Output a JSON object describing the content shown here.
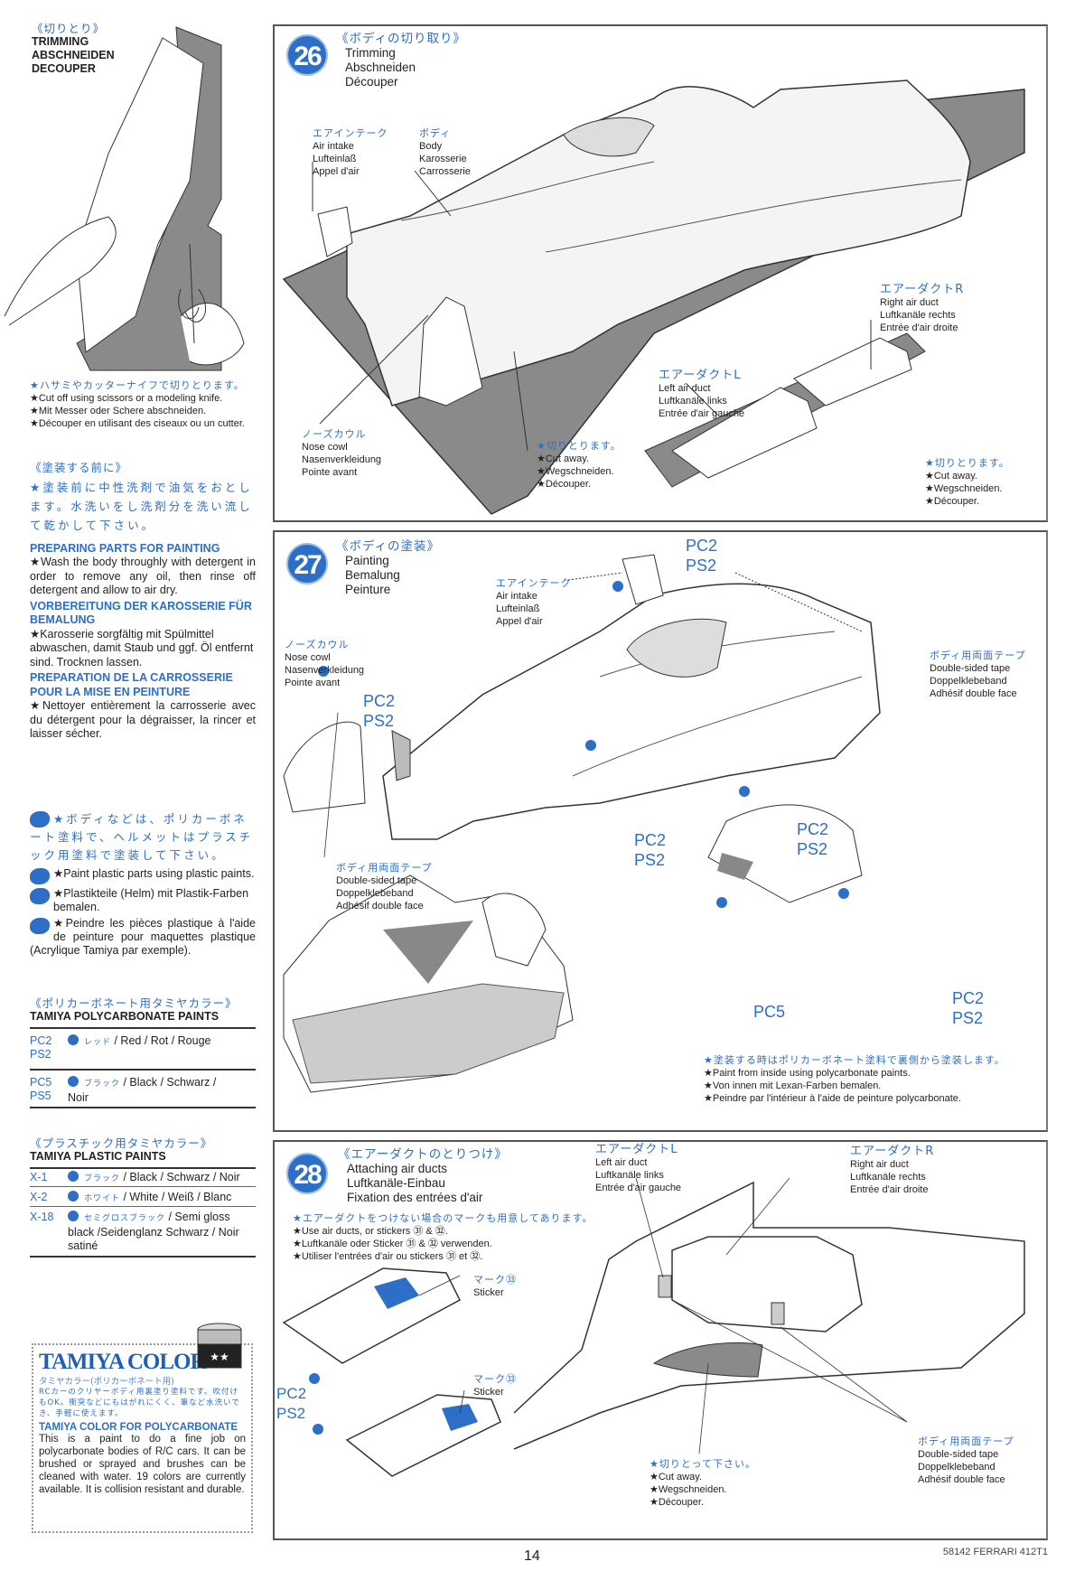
{
  "sidebar": {
    "trimming": {
      "jp_title": "《切りとり》",
      "titles": [
        "TRIMMING",
        "ABSCHNEIDEN",
        "DECOUPER"
      ],
      "notes": [
        "★ハサミやカッターナイフで切りとります。",
        "★Cut off using scissors or a modeling knife.",
        "★Mit Messer oder Schere abschneiden.",
        "★Découper en utilisant des ciseaux ou un cutter."
      ]
    },
    "preparing": {
      "jp_title": "《塗装する前に》",
      "jp_text": "★塗装前に中性洗剤で油気をおとします。水洗いをし洗剤分を洗い流して乾かして下さい。",
      "en_heading": "PREPARING PARTS FOR PAINTING",
      "en_text": "★Wash the body throughly with detergent in order to remove any oil, then rinse off detergent and allow to air dry.",
      "de_heading": "VORBEREITUNG DER KAROSSERIE FÜR BEMALUNG",
      "de_text": "★Karosserie sorgfältig mit Spülmittel abwaschen, damit Staub und ggf. Öl entfernt sind. Trocknen lassen.",
      "fr_heading": "PREPARATION DE LA CARROSSERIE POUR LA MISE EN PEINTURE",
      "fr_text": "★Nettoyer entièrement la carrosserie avec du détergent pour la dégraisser, la rincer et laisser sécher."
    },
    "plastic_note": {
      "jp": "★ボディなどは、ポリカーボネート塗料で、ヘルメットはプラスチック用塗料で塗装して下さい。",
      "en": "★Paint plastic parts using plastic paints.",
      "de": "★Plastikteile (Helm) mit Plastik-Farben bemalen.",
      "fr": "★Peindre les pièces plastique à l'aide de peinture pour maquettes plastique (Acrylique Tamiya par exemple)."
    },
    "poly_paints": {
      "jp_title": "《ポリカーボネート用タミヤカラー》",
      "title": "TAMIYA POLYCARBONATE PAINTS",
      "rows": [
        {
          "codes": "PC2\nPS2",
          "code1": "PC2",
          "code2": "PS2",
          "jp": "レッド",
          "text": " / Red / Rot / Rouge"
        },
        {
          "codes": "PC5\nPS5",
          "code1": "PC5",
          "code2": "PS5",
          "jp": "ブラック",
          "text": " / Black / Schwarz / Noir"
        }
      ]
    },
    "plastic_paints": {
      "jp_title": "《プラスチック用タミヤカラー》",
      "title": "TAMIYA PLASTIC PAINTS",
      "rows": [
        {
          "code": "X-1",
          "jp": "ブラック",
          "text": " / Black / Schwarz / Noir"
        },
        {
          "code": "X-2",
          "jp": "ホワイト",
          "text": " / White / Weiß / Blanc"
        },
        {
          "code": "X-18",
          "jp": "セミグロスブラック",
          "text": " / Semi gloss black /Seidenglanz Schwarz / Noir satiné"
        }
      ]
    },
    "tamiya_color": {
      "logo": "TAMIYA COLOR",
      "jp_sub": "タミヤカラー(ポリカーボネート用)",
      "jp_text": "RCカーのクリヤーボディ用裏塗り塗料です。吹付けもOK。衝突などにもはがれにくく、筆など水洗いでき、手軽に使えます。",
      "heading": "TAMIYA COLOR FOR POLYCARBONATE",
      "text": "This is a paint to do a fine job on polycarbonate bodies of R/C cars. It can be brushed or sprayed and brushes can be cleaned with water. 19 colors are currently available. It is collision resistant and durable."
    }
  },
  "steps": {
    "s26": {
      "number": "26",
      "jp_title": "《ボディの切り取り》",
      "titles": [
        "Trimming",
        "Abschneiden",
        "Découper"
      ],
      "air_intake": {
        "jp": "エアインテーク",
        "lines": [
          "Air intake",
          "Lufteinlaß",
          "Appel d'air"
        ]
      },
      "body": {
        "jp": "ボディ",
        "lines": [
          "Body",
          "Karosserie",
          "Carrosserie"
        ]
      },
      "right_duct": {
        "jp": "エアーダクトR",
        "lines": [
          "Right air duct",
          "Luftkanäle rechts",
          "Entrée d'air droite"
        ]
      },
      "left_duct": {
        "jp": "エアーダクトL",
        "lines": [
          "Left air duct",
          "Luftkanäle links",
          "Entrée d'air gauche"
        ]
      },
      "nose_cowl": {
        "jp": "ノーズカウル",
        "lines": [
          "Nose cowl",
          "Nasenverkleidung",
          "Pointe avant"
        ]
      },
      "cut_away": {
        "jp": "★切りとります。",
        "lines": [
          "★Cut away.",
          "★Wegschneiden.",
          "★Découper."
        ]
      }
    },
    "s27": {
      "number": "27",
      "jp_title": "《ボディの塗装》",
      "titles": [
        "Painting",
        "Bemalung",
        "Peinture"
      ],
      "air_intake": {
        "jp": "エアインテーク",
        "lines": [
          "Air intake",
          "Lufteinlaß",
          "Appel d'air"
        ]
      },
      "nose_cowl": {
        "jp": "ノーズカウル",
        "lines": [
          "Nose cowl",
          "Nasenverkleidung",
          "Pointe avant"
        ]
      },
      "tape": {
        "jp": "ボディ用両面テープ",
        "lines": [
          "Double-sided tape",
          "Doppelklebeband",
          "Adhésif double face"
        ]
      },
      "paint_pc2": "PC2",
      "paint_ps2": "PS2",
      "paint_pc5": "PC5",
      "notes": {
        "jp": "★塗装する時はポリカーボネート塗料で裏側から塗装します。",
        "lines": [
          "★Paint from inside using polycarbonate paints.",
          "★Von innen mit Lexan-Farben bemalen.",
          "★Peindre par l'intérieur à l'aide de peinture polycarbonate."
        ]
      }
    },
    "s28": {
      "number": "28",
      "jp_title": "《エアーダクトのとりつけ》",
      "titles": [
        "Attaching air ducts",
        "Luftkanäle-Einbau",
        "Fixation des entrées d'air"
      ],
      "notes": {
        "jp": "★エアーダクトをつけない場合のマークも用意してあります。",
        "lines": [
          "★Use air ducts, or stickers ㉛ & ㉜.",
          "★Luftkanäle oder Sticker ㉛ & ㉜ verwenden.",
          "★Utiliser l'entrées d'air ou stickers ㉛ et ㉜."
        ]
      },
      "sticker": {
        "jp": "マーク㉝",
        "en": "Sticker"
      },
      "left_duct": {
        "jp": "エアーダクトL",
        "lines": [
          "Left air duct",
          "Luftkanäle links",
          "Entrée d'air gauche"
        ]
      },
      "right_duct": {
        "jp": "エアーダクトR",
        "lines": [
          "Right air duct",
          "Luftkanäle rechts",
          "Entrée d'air droite"
        ]
      },
      "tape": {
        "jp": "ボディ用両面テープ",
        "lines": [
          "Double-sided tape",
          "Doppelklebeband",
          "Adhésif double face"
        ]
      },
      "cut_away": {
        "jp": "★切りとって下さい。",
        "lines": [
          "★Cut away.",
          "★Wegschneiden.",
          "★Découper."
        ]
      },
      "paint_pc2": "PC2",
      "paint_ps2": "PS2"
    }
  },
  "footer": {
    "page_number": "14",
    "product": "58142 FERRARI 412T1"
  },
  "colors": {
    "accent": "#2d6fc6",
    "sprue": "#8a8a8a",
    "text": "#222222"
  }
}
